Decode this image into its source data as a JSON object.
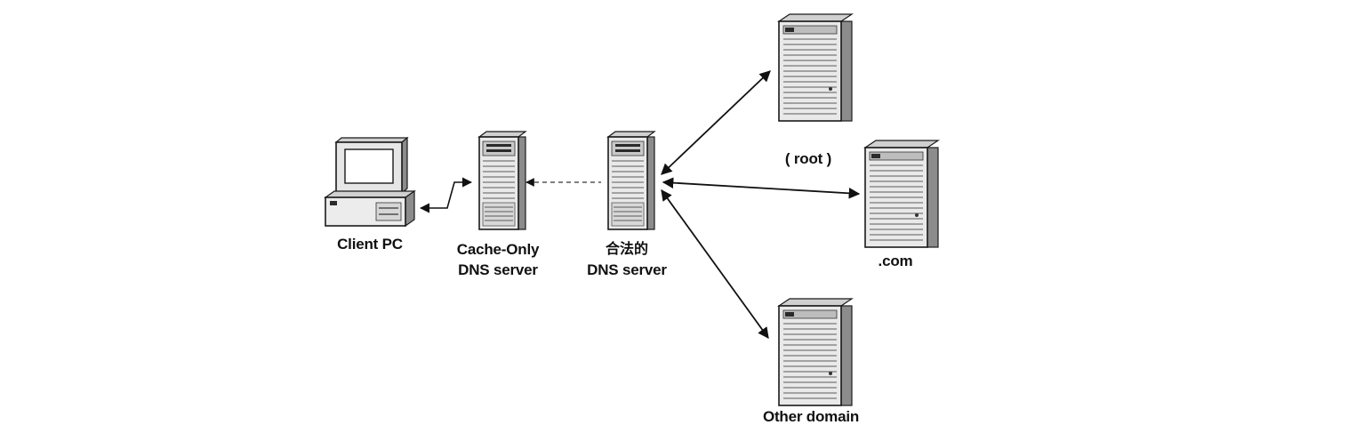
{
  "nodes": {
    "client": {
      "label": "Client PC"
    },
    "cache": {
      "label_line1": "Cache-Only",
      "label_line2": "DNS server"
    },
    "legit": {
      "label_line1": "合法的",
      "label_line2": "DNS server"
    },
    "root": {
      "label": "( root )"
    },
    "com": {
      "label": ".com"
    },
    "other": {
      "label": "Other domain"
    }
  },
  "colors": {
    "line": "#111111",
    "dashed_link": "#555555"
  },
  "icons": [
    "computer-icon",
    "server-icon"
  ]
}
